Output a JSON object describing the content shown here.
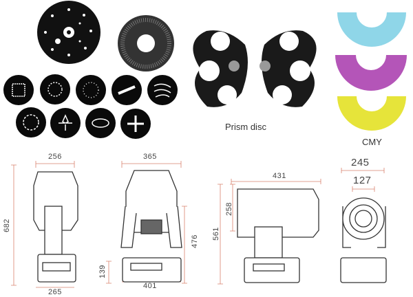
{
  "labels": {
    "prism": "Prism disc",
    "cmy": "CMY"
  },
  "dimensions": {
    "side_top": "256",
    "side_height": "682",
    "side_base": "265",
    "front_top": "365",
    "front_height": "476",
    "front_base_h": "139",
    "front_base": "401",
    "lying_width": "431",
    "lying_head": "258",
    "lying_height": "561",
    "round_outer": "245",
    "round_inner": "127"
  },
  "colors": {
    "cyan": "#8fd6e8",
    "magenta": "#b455b8",
    "yellow": "#e6e43a",
    "dim_line": "#d9826e"
  }
}
